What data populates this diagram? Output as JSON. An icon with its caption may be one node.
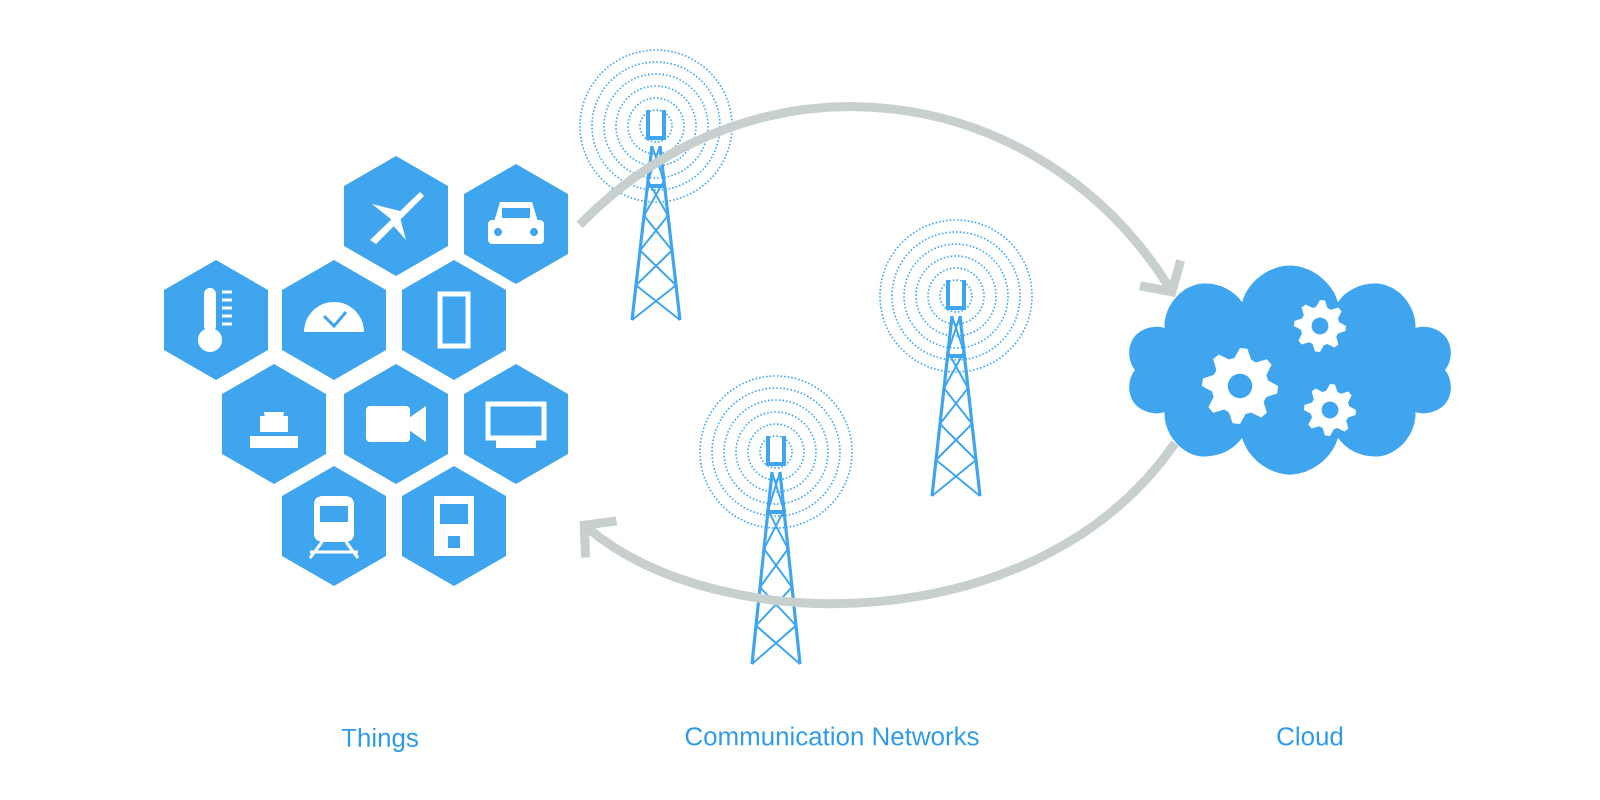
{
  "diagram": {
    "nodes": [
      {
        "text": [],
        "shape": "picture"
      },
      {
        "text": [],
        "shape": "cloud"
      }
    ],
    "edges": [
      {
        "from": 0,
        "to": 1,
        "arrow": "to"
      },
      {
        "from": 1,
        "to": 0,
        "arrow": "to"
      }
    ],
    "labels": [
      "Things",
      "Communication Networks",
      "Cloud"
    ]
  }
}
